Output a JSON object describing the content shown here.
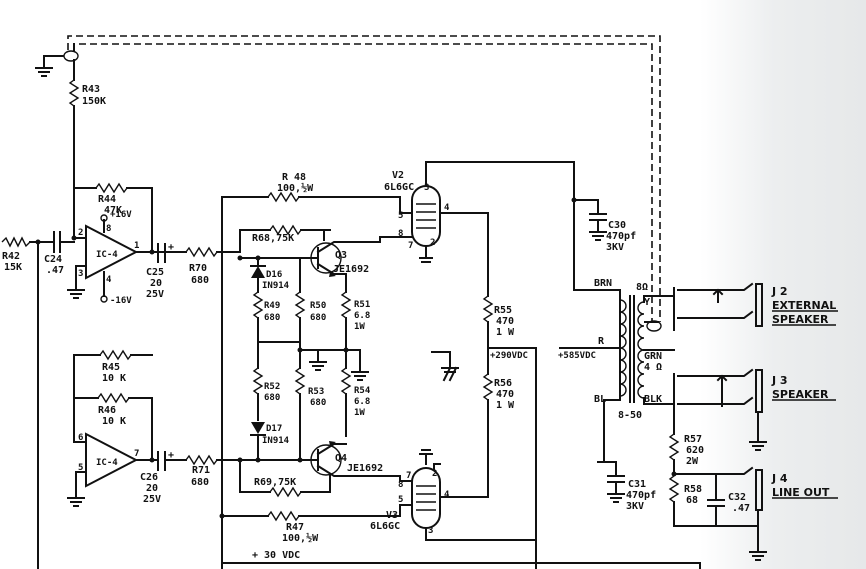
{
  "labels": {
    "r43": "R43",
    "r43v": "150K",
    "r44": "R44",
    "r44v": "47K",
    "plus16": "+16V",
    "minus16": "-16V",
    "pin8": "8",
    "pin4": "4",
    "pin2": "2",
    "pin3": "3",
    "pin1": "1",
    "ic4a": "IC-4",
    "ic4b": "IC-4",
    "r42": "R42",
    "r42v": "15K",
    "c24": "C24",
    "c24v": ".47",
    "c25": "C25",
    "c25v1": "20",
    "c25v2": "25V",
    "r70": "R70",
    "r70v": "680",
    "r45": "R45",
    "r45v": "10 K",
    "r46": "R46",
    "r46v": "10 K",
    "pin6": "6",
    "pin5": "5",
    "pin7": "7",
    "c26": "C26",
    "c26v1": "20",
    "c26v2": "25V",
    "r71": "R71",
    "r71v": "680",
    "r48": "R 48",
    "r48v": "100,½W",
    "r68": "R68,75K",
    "d16": "D16",
    "d16v": "IN914",
    "r49": "R49",
    "r49v": "680",
    "r50": "R50",
    "r50v": "680",
    "r51": "R51",
    "r51v1": "6.8",
    "r51v2": "1W",
    "r52": "R52",
    "r52v": "680",
    "r53": "R53",
    "r53v": "680",
    "r54": "R54",
    "r54v1": "6.8",
    "r54v2": "1W",
    "d17": "D17",
    "d17v": "IN914",
    "q3": "Q3",
    "q3v": "JE1692",
    "q4": "Q4",
    "q4v": "JE1692",
    "r69": "R69,75K",
    "r47": "R47",
    "r47v": "100,½W",
    "v2": "V2",
    "v2v": "6L6GC",
    "v3": "V3",
    "v3v": "6L6GC",
    "tp3": "3",
    "tp5": "5",
    "tp4": "4",
    "tp8": "8",
    "tp7": "7",
    "tp2": "2",
    "r55": "R55",
    "r55v1": "470",
    "r55v2": "1 W",
    "r56": "R56",
    "r56v1": "470",
    "r56v2": "1 W",
    "b290": "+290VDC",
    "c30": "C30",
    "c30v1": "470pf",
    "c30v2": "3KV",
    "c31": "C31",
    "c31v1": "470pf",
    "c31v2": "3KV",
    "brn": "BRN",
    "r": "R",
    "b585": "+585VDC",
    "bl": "BL",
    "ohm8": "8Ω",
    "y": "Y",
    "grn": "GRN",
    "ohm4": "4 Ω",
    "blk": "BLK",
    "t850": "8-50",
    "j2": "J 2",
    "j2a": "EXTERNAL",
    "j2b": "SPEAKER",
    "j3": "J 3",
    "j3a": "SPEAKER",
    "r57": "R57",
    "r57v1": "620",
    "r57v2": "2W",
    "r58": "R58",
    "r58v": "68",
    "c32": "C32",
    "c32v": ".47",
    "j4": "J 4",
    "j4a": "LINE OUT",
    "b30": "+ 30 VDC"
  }
}
